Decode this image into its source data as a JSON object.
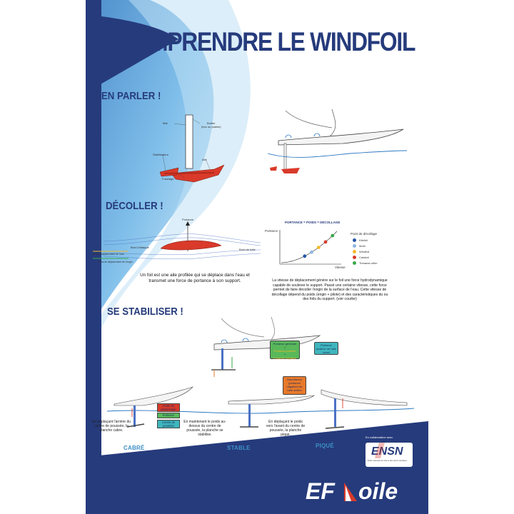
{
  "title": "COMPRENDRE LE WINDFOIL",
  "sections": {
    "parler": "EN PARLER !",
    "decoller": "DÉCOLLER !",
    "stabiliser": "SE STABILISER !"
  },
  "parts": {
    "mat": "Mât",
    "boitier": "Boîtier",
    "boitier_sub": "(box ou platine)",
    "stabilisateur": "Stabilisateur",
    "aile": "Aile",
    "fuselage": "Fuselage"
  },
  "profile": {
    "portance": "Portance",
    "bord_attaque": "Bord d'attaque",
    "bord_fuite": "Bord de fuite",
    "sens_eau": "sens de déplacement de l'eau",
    "sens_engin": "sens de déplacement de l'engin",
    "caption": "Un foil est une aile profilée qui se déplace dans l'eau et transmet une force de portance à son support."
  },
  "graph": {
    "title": "PORTANCE = POIDS = DÉCOLLAGE",
    "ylabel": "Portance",
    "xlabel": "Vitesse",
    "legend_title": "Point de décollage",
    "legend": [
      {
        "label": "Kitefoil",
        "color": "#2456a6"
      },
      {
        "label": "Moth",
        "color": "#8fb7e0"
      },
      {
        "label": "Windfoil",
        "color": "#f2b92a"
      },
      {
        "label": "Catafoil",
        "color": "#d83a2a"
      },
      {
        "label": "Trimaran ultim",
        "color": "#3aa84a"
      }
    ],
    "caption": "La vitesse de déplacement génère sur le foil une force hydrodynamique capable de soulever le support. Passé une certaine vitesse, cette force permet de faire décoller l'engin de la surface de l'eau. Cette vitesse de décollage dépend du poids (engin + pilote) et des caractéristiques du ou des foils du support. (voir courbe)"
  },
  "forces": {
    "portance_generale": "Portance générale",
    "eq": "=",
    "portance_positive": "Portance positive",
    "plus": "+",
    "portance_negative": "Portance négative",
    "portance_aile": "Portance positive de l'aile avant",
    "deportance": "Déportance (portance négative) de l'aile arrière",
    "poids": "Poids du pilote/engin",
    "portance": "Portance",
    "centre": "Centre de poussée"
  },
  "positions": [
    {
      "name": "CABRÉ",
      "caption": "En déplaçant l'arrière du centre de poussée, la planche cabre."
    },
    {
      "name": "STABLE",
      "caption": "En maintenant le poids au-dessus du centre de poussée, la planche se stabilise."
    },
    {
      "name": "PIQUÉ",
      "caption": "En déplaçant le poids vers l'avant du centre de poussée, la planche pique."
    }
  ],
  "partner": {
    "label": "En collaboration avec",
    "logo": "ENSN",
    "sub": "École nationale de voile et des sports nautiques"
  },
  "brand": {
    "left": "EF",
    "right": "oile"
  },
  "colors": {
    "navy": "#263b7c",
    "sky": "#4aa3dd",
    "red": "#d93a2a",
    "green": "#3aa84a",
    "orange": "#e8792a",
    "teal": "#3fb6bd"
  }
}
